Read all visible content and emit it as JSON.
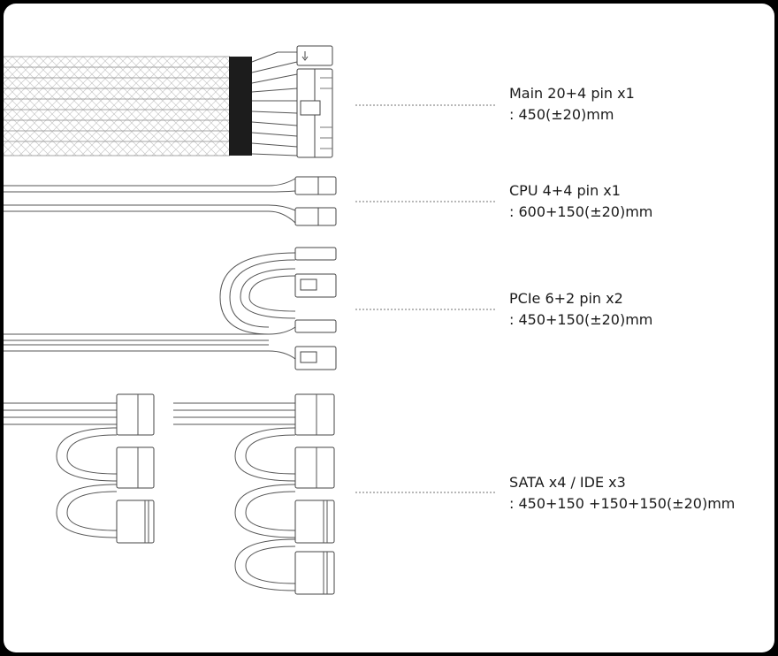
{
  "colors": {
    "background": "#000000",
    "panel": "#ffffff",
    "line": "#444444",
    "text": "#1a1a1a",
    "leader": "#b8b8b8",
    "sleeve_band": "#1c1c1c"
  },
  "connectors": [
    {
      "name": "Main 20+4 pin x1",
      "length": ": 450(±20)mm",
      "icon": "main-24pin-connector-icon"
    },
    {
      "name": "CPU 4+4 pin x1",
      "length": ": 600+150(±20)mm",
      "icon": "cpu-8pin-connector-icon"
    },
    {
      "name": "PCIe 6+2 pin x2",
      "length": ": 450+150(±20)mm",
      "icon": "pcie-8pin-connector-icon"
    },
    {
      "name": "SATA x4 / IDE x3",
      "length": ": 450+150 +150+150(±20)mm",
      "icon": "sata-ide-connector-icon"
    }
  ]
}
